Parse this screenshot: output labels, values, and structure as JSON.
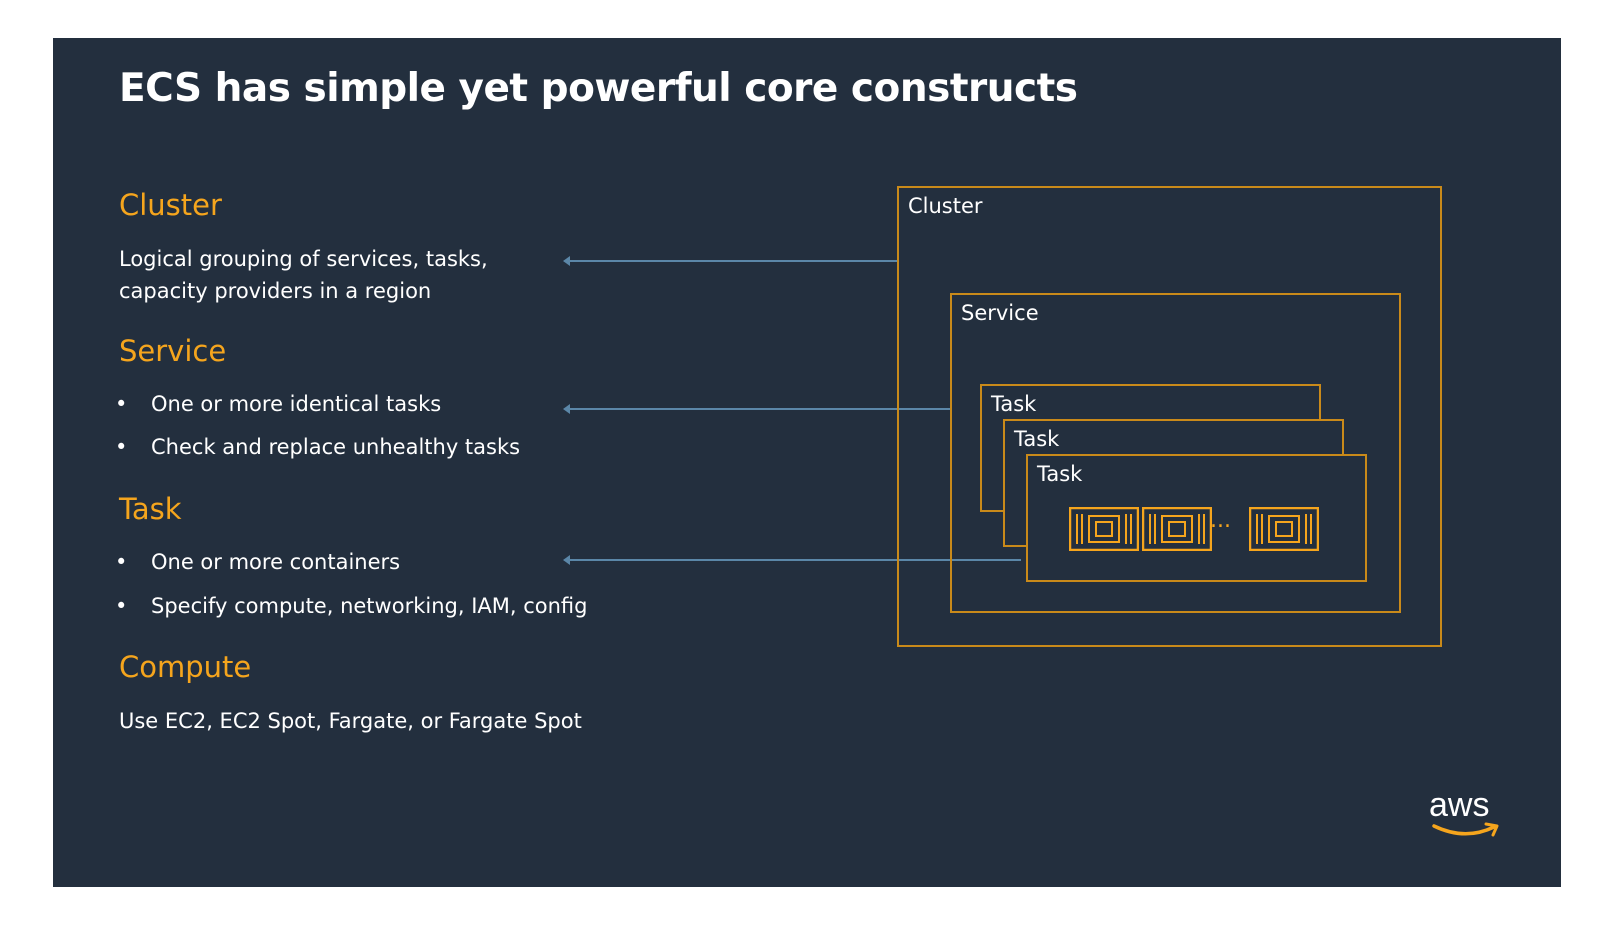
{
  "slide": {
    "title": "ECS has simple yet powerful core constructs",
    "background_color": "#232f3e",
    "accent_color": "#f5a51d"
  },
  "sections": {
    "cluster": {
      "heading": "Cluster",
      "description_lines": [
        "Logical grouping of services, tasks,",
        "capacity providers in a region"
      ]
    },
    "service": {
      "heading": "Service",
      "bullets": [
        "One or more identical tasks",
        "Check and replace unhealthy tasks"
      ]
    },
    "task": {
      "heading": "Task",
      "bullets": [
        "One or more containers",
        "Specify compute, networking, IAM, config"
      ]
    },
    "compute": {
      "heading": "Compute",
      "description": "Use EC2, EC2 Spot, Fargate, or Fargate Spot"
    }
  },
  "diagram": {
    "cluster_label": "Cluster",
    "service_label": "Service",
    "task_labels": [
      "Task",
      "Task",
      "Task"
    ],
    "container_icon": "container-icon",
    "ellipsis": "..."
  },
  "logo": {
    "text": "aws",
    "icon": "aws-smile-icon"
  },
  "bullet_symbol": "•"
}
